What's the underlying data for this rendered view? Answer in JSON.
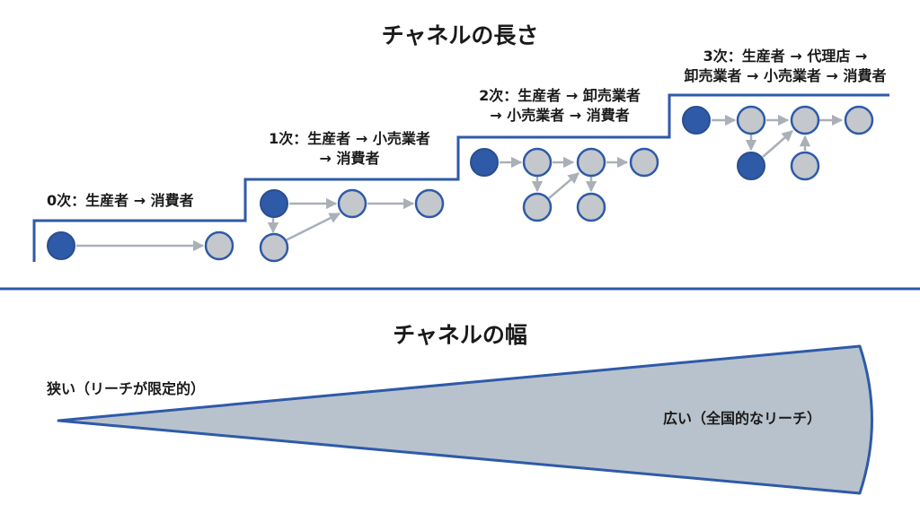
{
  "length_title": "チャネルの長さ",
  "width_title": "チャネルの幅",
  "levels": [
    {
      "lines": [
        "0次：生産者 → 消費者"
      ]
    },
    {
      "lines": [
        "1次：生産者 → 小売業者",
        "→ 消費者"
      ]
    },
    {
      "lines": [
        "2次：生産者 → 卸売業者",
        "→ 小売業者 → 消費者"
      ]
    },
    {
      "lines": [
        "3次：生産者 → 代理店 →",
        "卸売業者 → 小売業者 → 消費者"
      ]
    }
  ],
  "narrow_label": "狭い（リーチが限定的）",
  "wide_label": "広い（全国的なリーチ）",
  "colors": {
    "primary_blue": "#2e5aa8",
    "node_gray": "#c4c8cc",
    "arrow_gray": "#a9b0b7",
    "wedge_fill": "#b8c2cc"
  }
}
